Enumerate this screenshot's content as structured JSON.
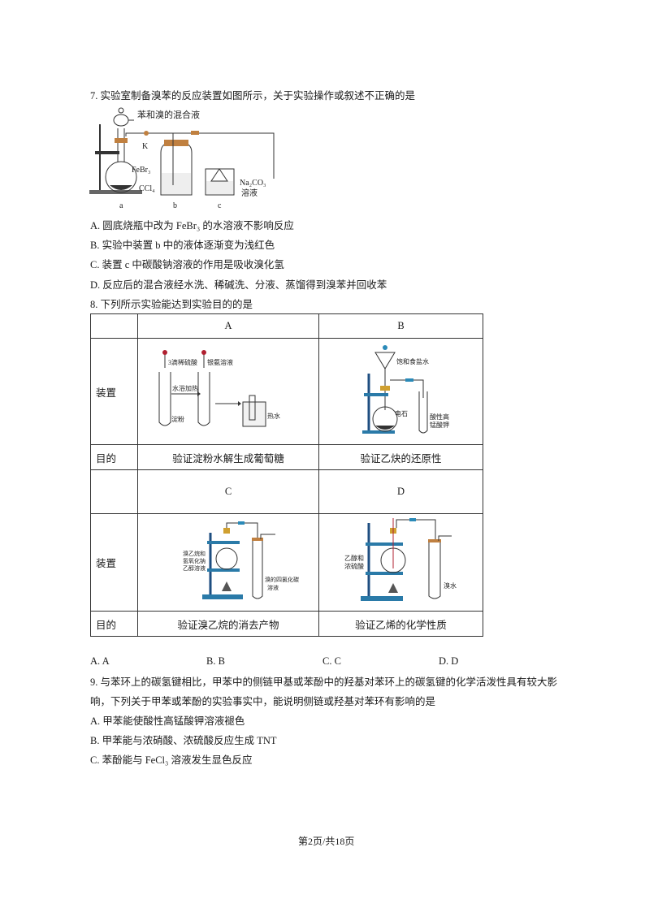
{
  "q7": {
    "stem": "7. 实验室制备溴苯的反应装置如图所示，关于实验操作或叙述不正确的是",
    "figure": {
      "label_mix": "苯和溴的混合液",
      "label_k": "K",
      "label_febr3": "FeBr₃",
      "label_ccl4": "CCl₄",
      "label_na2co3": "Na₂CO₃",
      "label_solution": "溶液",
      "label_a": "a",
      "label_b": "b",
      "label_c": "c"
    },
    "options": [
      "A. 圆底烧瓶中改为 FeBr₃ 的水溶液不影响反应",
      "B. 实验中装置 b 中的液体逐渐变为浅红色",
      "C. 装置 c 中碳酸钠溶液的作用是吸收溴化氢",
      "D. 反应后的混合液经水洗、稀碱洗、分液、蒸馏得到溴苯并回收苯"
    ]
  },
  "q8": {
    "stem": "8. 下列所示实验能达到实验目的的是",
    "table": {
      "header1": [
        "",
        "A",
        "B"
      ],
      "row_device_label": "装置",
      "row_purpose_label": "目的",
      "purpose1": [
        "验证淀粉水解生成葡萄糖",
        "验证乙炔的还原性"
      ],
      "header2": [
        "",
        "C",
        "D"
      ],
      "purpose2": [
        "验证溴乙烷的消去产物",
        "验证乙烯的化学性质"
      ]
    },
    "figA": {
      "acid": "3滴稀硫酸",
      "silver": "银氨溶液",
      "bath": "水浴加热",
      "starch": "淀粉",
      "hot": "热水"
    },
    "figB": {
      "brine": "饱和食盐水",
      "carbide": "电石",
      "kmno4_1": "酸性高",
      "kmno4_2": "锰酸钾"
    },
    "figC": {
      "l1": "溴乙烷和",
      "l2": "氢氧化钠",
      "l3": "乙醇溶液",
      "r1": "溴的四氯化碳",
      "r2": "溶液"
    },
    "figD": {
      "l1": "乙醇和",
      "l2": "浓硫酸",
      "r1": "溴水"
    },
    "options": [
      "A. A",
      "B. B",
      "C. C",
      "D. D"
    ]
  },
  "q9": {
    "stem_line1": "9. 与苯环上的碳氢键相比，甲苯中的侧链甲基或苯酚中的羟基对苯环上的碳氢键的化学活泼性具有较大影",
    "stem_line2": "响，下列关于甲苯或苯酚的实验事实中，能说明侧链或羟基对苯环有影响的是",
    "options": [
      "A. 甲苯能使酸性高锰酸钾溶液褪色",
      "B. 甲苯能与浓硝酸、浓硫酸反应生成 TNT",
      "C. 苯酚能与 FeCl₃ 溶液发生显色反应"
    ]
  },
  "footer": {
    "page": "第2页/共18页"
  }
}
